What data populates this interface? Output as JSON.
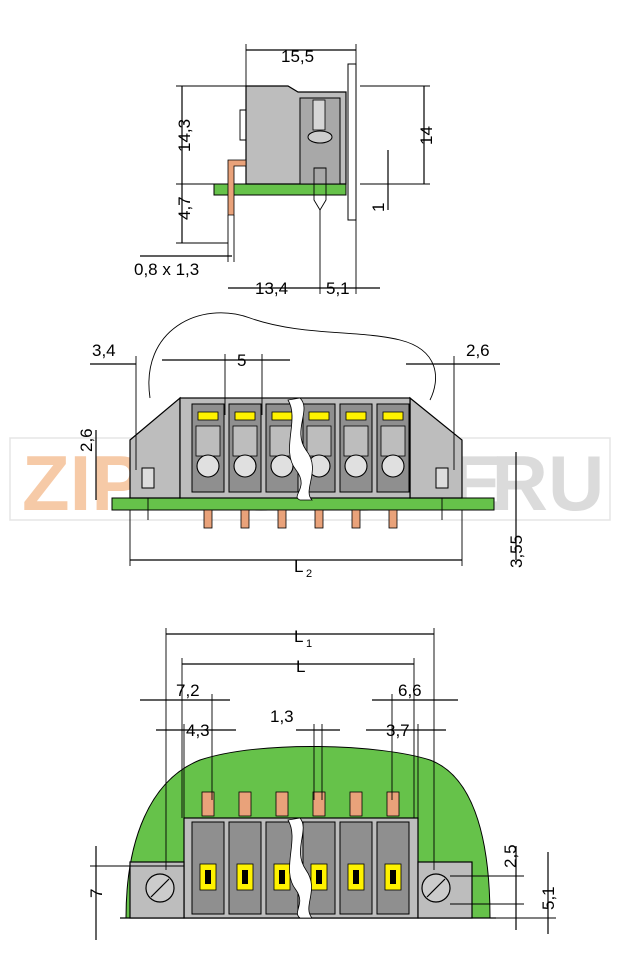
{
  "watermark": {
    "left": "ZIP",
    "right": ".RU",
    "middle": "STORE"
  },
  "top_view": {
    "width": "15,5",
    "height_body": "14,3",
    "height_right": "14",
    "pin_length": "4,7",
    "pin_section": "0,8 x 1,3",
    "offset_pin": "13,4",
    "offset_screw": "5,1",
    "pcb_thickness": "1"
  },
  "front_view": {
    "left_margin": "3,4",
    "pitch": "5",
    "right_margin": "2,6",
    "hole_height": "2,6",
    "pin_protrusion": "3,55",
    "length_main": "L",
    "length_sub": "2"
  },
  "bottom_view": {
    "length_l1_main": "L",
    "length_l1_sub": "1",
    "length_l": "L",
    "left_outer": "7,2",
    "left_inner": "4,3",
    "slot_width": "1,3",
    "right_outer": "6,6",
    "right_inner": "3,7",
    "height": "7",
    "right_upper": "2,5",
    "right_lower": "5,1"
  },
  "colors": {
    "pcb": "#66c24a",
    "housing": "#bdbdbd",
    "marker": "#fff200",
    "pin": "#e9a27a",
    "watermark": "#f0a060"
  }
}
